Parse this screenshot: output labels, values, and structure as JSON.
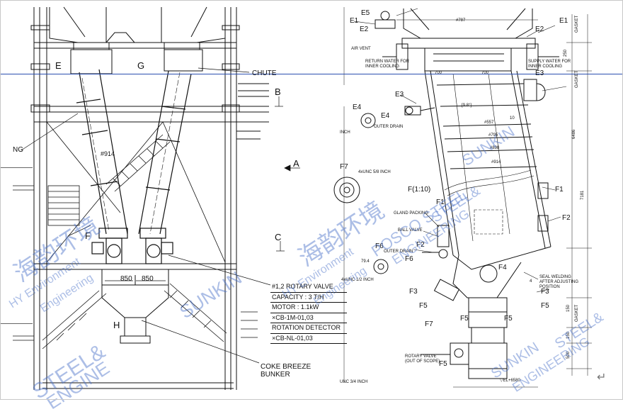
{
  "left_drawing": {
    "labels": {
      "e": "E",
      "g": "G",
      "chute": "CHUTE",
      "b_section": "B",
      "a_arrow": "A",
      "c_section": "C",
      "f": "F",
      "h": "H",
      "ng": "NG",
      "dia914": "#914",
      "dim850_left": "850",
      "dim850_right": "850",
      "coke_line1": "COKE BREEZE",
      "coke_line2": "BUNKER"
    },
    "spec_lines": [
      "#1,2 ROTARY VALVE",
      "CAPACITY : 3 T/H",
      "MOTOR : 1.1kW",
      "×CB-1M-01,03",
      "ROTATION DETECTOR",
      "×CB-NL-01,03"
    ]
  },
  "right_drawing": {
    "labels": {
      "e5": "E5",
      "e1_left": "E1",
      "e2_left": "E2",
      "air_vent": "AIR VENT",
      "return_water_1": "RETURN WATER FOR",
      "return_water_2": "INNER COOLING",
      "supply_water_1": "SUPPLY WATER FOR",
      "supply_water_2": "INNER COOLING",
      "e1_right": "E1",
      "e2_right": "E2",
      "e3_right": "E3",
      "e3_left": "E3",
      "e4_top": "E4",
      "e4_mid": "E4",
      "outer_drain_top": "OUTER DRAIN",
      "inch_small": "INCH",
      "dim787": "#787",
      "dim700_a": "700",
      "dim700_b": "700",
      "dim557": "#557",
      "dim795": "#795",
      "dim898": "#898",
      "dim914": "#914",
      "f7": "F7",
      "unc58": "4xUNC 5/8 INCH",
      "f_ratio": "F(1:10)",
      "f1_a": "F1",
      "f1_b": "F1",
      "f2_a": "F2",
      "f2_b": "F2",
      "gland_packing": "GLAND PACKING",
      "ball_valve": "BALL VALVE",
      "outer_drain_mid": "OUTER DRAIN",
      "f6_a": "F6",
      "f6_b": "F6",
      "f4": "F4",
      "dim79": "79.4",
      "unc12": "4xUNC 1/2 INCH",
      "seal_1": "SEAL WELDING",
      "seal_2": "AFTER ADJUSTING",
      "seal_3": "POSITION",
      "f3_a": "F3",
      "f3_b": "F3",
      "f5_a": "F5",
      "f5_b": "F5",
      "f5_c": "F5",
      "f5_d": "F5",
      "f5_e": "F5",
      "f7_b": "F7",
      "rotary_valve_1": "ROTARY VALVE",
      "rotary_valve_2": "(OUT OF SCOPE)",
      "unc34": "UNC 3/4 INCH",
      "gasket_a": "GASKET",
      "gasket_b": "GASKET",
      "gasket_c": "GASKET",
      "dim250": "250",
      "dim6486": "6486",
      "dim7181": "7181",
      "dim150_a": "150",
      "dim150_b": "150",
      "dim500": "500",
      "dim4": "4",
      "dim10": "10",
      "el_bottom": "▽EL+6580",
      "angle": "[9.8°]"
    }
  },
  "watermarks": [
    "海韵环境",
    "HY Environment",
    "Engineering",
    "海韵环境",
    "HY Environment",
    "Engineering",
    "POSCO STEEL",
    "SUNKIN",
    "STEEL&",
    "ENGINEERING",
    "SUNKIN",
    "STEEL&",
    "ENGINE",
    "ENGINEERING",
    "STEEL&",
    "SUNKIN"
  ],
  "colors": {
    "line": "#111111",
    "watermark": "#466ec8",
    "marker_line": "#2a4fb0"
  }
}
